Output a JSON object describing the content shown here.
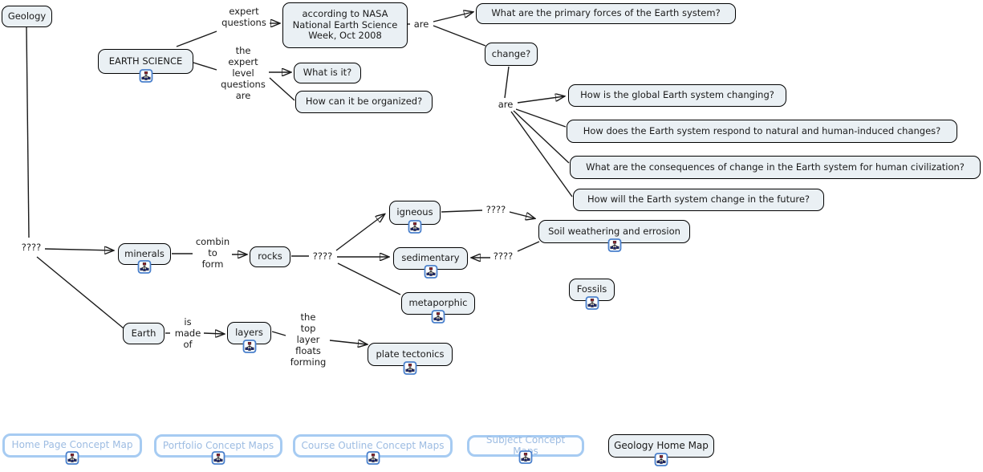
{
  "canvas": {
    "nodes": {
      "geology": "Geology",
      "earth_science": "EARTH SCIENCE",
      "nasa": "according to NASA\nNational Earth Science\nWeek, Oct 2008",
      "primary_forces": "What are the primary forces of the Earth system?",
      "change": "change?",
      "what_is_it": "What is it?",
      "how_organized": "How can it be organized?",
      "global_changing": "How is the global Earth system changing?",
      "respond_changes": "How does the Earth system respond to natural and human-induced changes?",
      "consequences": "What are the consequences of change in the Earth system for human civilization?",
      "future_change": "How will the Earth system change in the future?",
      "minerals": "minerals",
      "rocks": "rocks",
      "igneous": "igneous",
      "sedimentary": "sedimentary",
      "metaporphic": "metaporphic",
      "soil_weathering": "Soil weathering and errosion",
      "fossils": "Fossils",
      "earth": "Earth",
      "layers": "layers",
      "plate_tectonics": "plate tectonics"
    },
    "link_labels": {
      "expert_questions": "expert\nquestions",
      "are_top": "are",
      "expert_level": "the\nexpert\nlevel\nquestions\nare",
      "are_mid": "are",
      "unknown_root": "????",
      "combine_to_form": "combin\nto\nform",
      "unknown_rocks": "????",
      "unknown_igneous": "????",
      "unknown_soil": "????",
      "is_made_of": "is\nmade\nof",
      "top_layer_floats": "the\ntop\nlayer\nfloats\nforming"
    },
    "nav": {
      "home_page": "Home Page Concept Map",
      "portfolio": "Portfolio Concept Maps",
      "course_outline": "Course Outline Concept Maps",
      "subject": "Subject Concept Maps",
      "geology_home": "Geology Home Map"
    },
    "icons": {
      "node_resource": "concept-map-icon"
    },
    "colors": {
      "node_fill": "#eaf0f4",
      "node_border": "#000000",
      "nav_border": "#a6cbf2",
      "nav_fill": "#fdfeff",
      "nav_text": "#9dbce2",
      "line": "#1a1a1a",
      "icon_border": "#4a80cc",
      "icon_red": "#8b2330",
      "icon_navy": "#202a78"
    }
  }
}
